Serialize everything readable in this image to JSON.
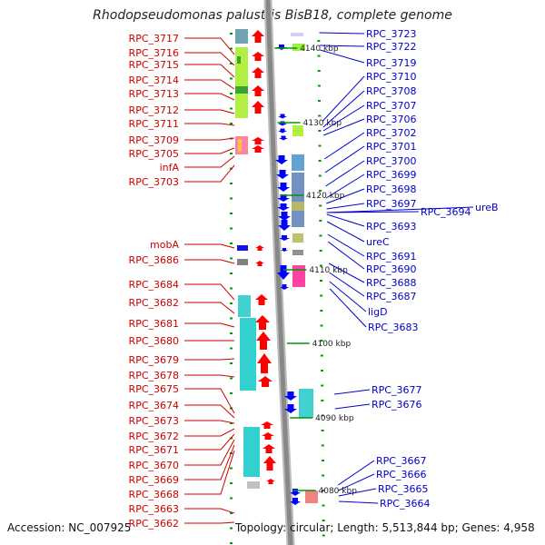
{
  "title": "Rhodopseudomonas palustris BisB18, complete genome",
  "footer": {
    "accession": "Accession: NC_007925",
    "topology": "Topology: circular; Length: 5,513,844 bp; Genes: 4,958"
  },
  "colors": {
    "left_label": "#cc0000",
    "right_label": "#0000cc",
    "forward_arrow": "#ff0000",
    "reverse_arrow": "#0000ff",
    "backbone": "#888888",
    "tick": "#009900"
  },
  "kbp_marks": [
    "4140 kbp",
    "4130 kbp",
    "4120 kbp",
    "4110 kbp",
    "4100 kbp",
    "4090 kbp",
    "4080 kbp"
  ],
  "left_labels": [
    "RPC_3717",
    "RPC_3716",
    "RPC_3715",
    "RPC_3714",
    "RPC_3713",
    "RPC_3712",
    "RPC_3711",
    "RPC_3709",
    "RPC_3705",
    "infA",
    "RPC_3703",
    "mobA",
    "RPC_3686",
    "RPC_3684",
    "RPC_3682",
    "RPC_3681",
    "RPC_3680",
    "RPC_3679",
    "RPC_3678",
    "RPC_3675",
    "RPC_3674",
    "RPC_3673",
    "RPC_3672",
    "RPC_3671",
    "RPC_3670",
    "RPC_3669",
    "RPC_3668",
    "RPC_3663",
    "RPC_3662"
  ],
  "right_labels": [
    "RPC_3723",
    "RPC_3722",
    "RPC_3719",
    "RPC_3710",
    "RPC_3708",
    "RPC_3707",
    "RPC_3706",
    "RPC_3702",
    "RPC_3701",
    "RPC_3700",
    "RPC_3699",
    "RPC_3698",
    "RPC_3697",
    "RPC_3694",
    "ureB",
    "RPC_3693",
    "ureC",
    "RPC_3691",
    "RPC_3690",
    "RPC_3688",
    "RPC_3687",
    "ligD",
    "RPC_3683",
    "RPC_3677",
    "RPC_3676",
    "RPC_3667",
    "RPC_3666",
    "RPC_3665",
    "RPC_3664"
  ]
}
